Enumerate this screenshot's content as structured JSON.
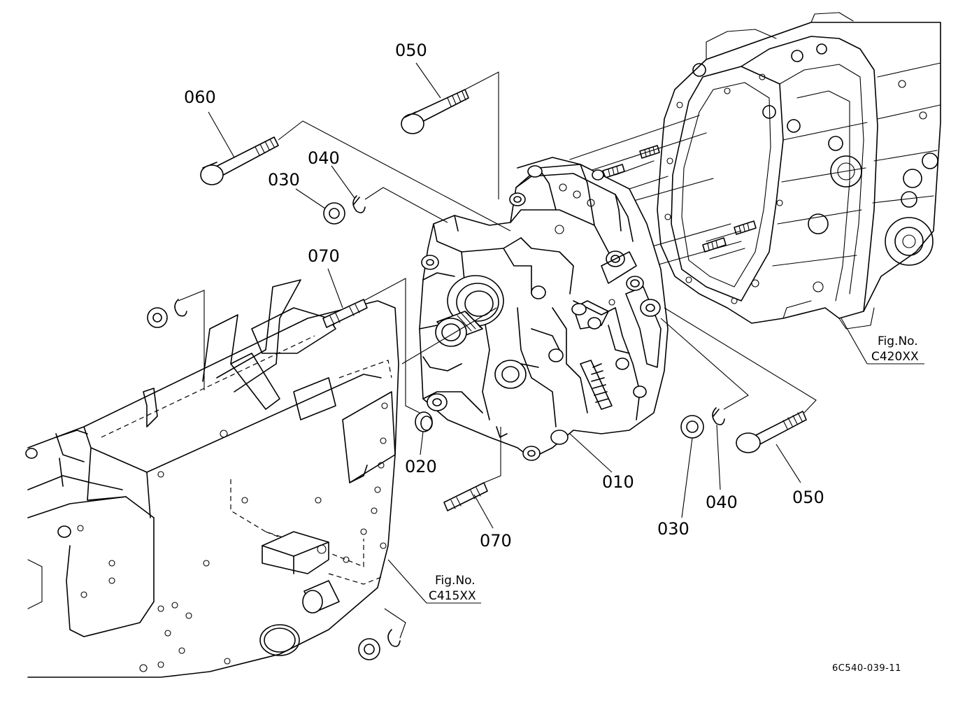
{
  "callouts": {
    "c010": "010",
    "c020": "020",
    "c030_left": "030",
    "c030_right": "030",
    "c040_left": "040",
    "c040_right": "040",
    "c050_top": "050",
    "c050_right": "050",
    "c060": "060",
    "c070_top": "070",
    "c070_bottom": "070"
  },
  "fig_refs": {
    "transmission": {
      "line1": "Fig.No.",
      "line2": "C420XX"
    },
    "frame": {
      "line1": "Fig.No.",
      "line2": "C415XX"
    }
  },
  "drawing_code": "6C540-039-11"
}
